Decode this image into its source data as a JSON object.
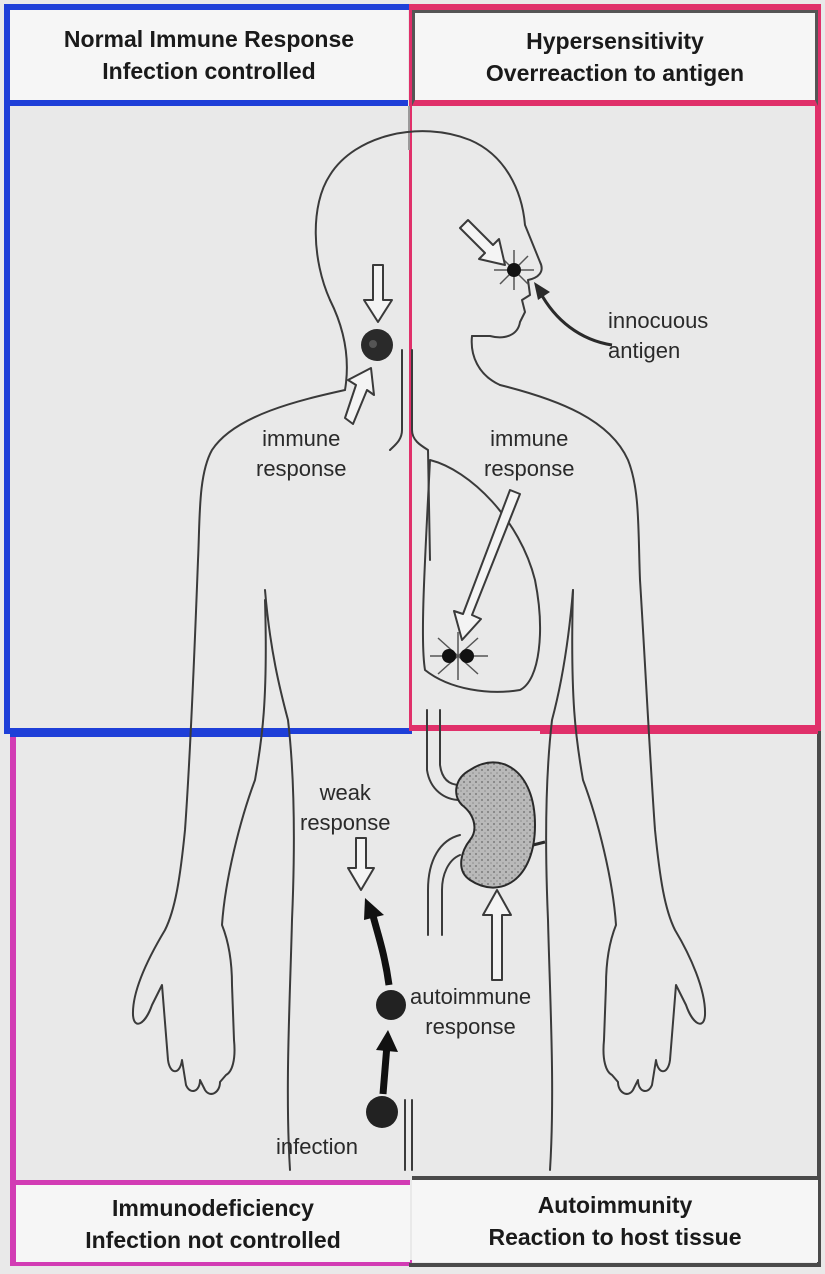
{
  "panels": {
    "top_left": {
      "line1": "Normal Immune Response",
      "line2": "Infection controlled"
    },
    "top_right": {
      "line1": "Hypersensitivity",
      "line2": "Overreaction to antigen"
    },
    "bottom_left": {
      "line1": "Immunodeficiency",
      "line2": "Infection not controlled"
    },
    "bottom_right": {
      "line1": "Autoimmunity",
      "line2": "Reaction to host tissue"
    }
  },
  "labels": {
    "innocuous": {
      "line1": "innocuous",
      "line2": "antigen"
    },
    "immune_left": {
      "line1": "immune",
      "line2": "response"
    },
    "immune_right": {
      "line1": "immune",
      "line2": "response"
    },
    "weak": {
      "line1": "weak",
      "line2": "response"
    },
    "autoimmune": {
      "line1": "autoimmune",
      "line2": "response"
    },
    "infection": "infection"
  },
  "colors": {
    "normal": "#1e3fd8",
    "hypersensitivity": "#e0306a",
    "immunodeficiency": "#d23cb4",
    "autoimmunity": "#4a4a4a"
  }
}
